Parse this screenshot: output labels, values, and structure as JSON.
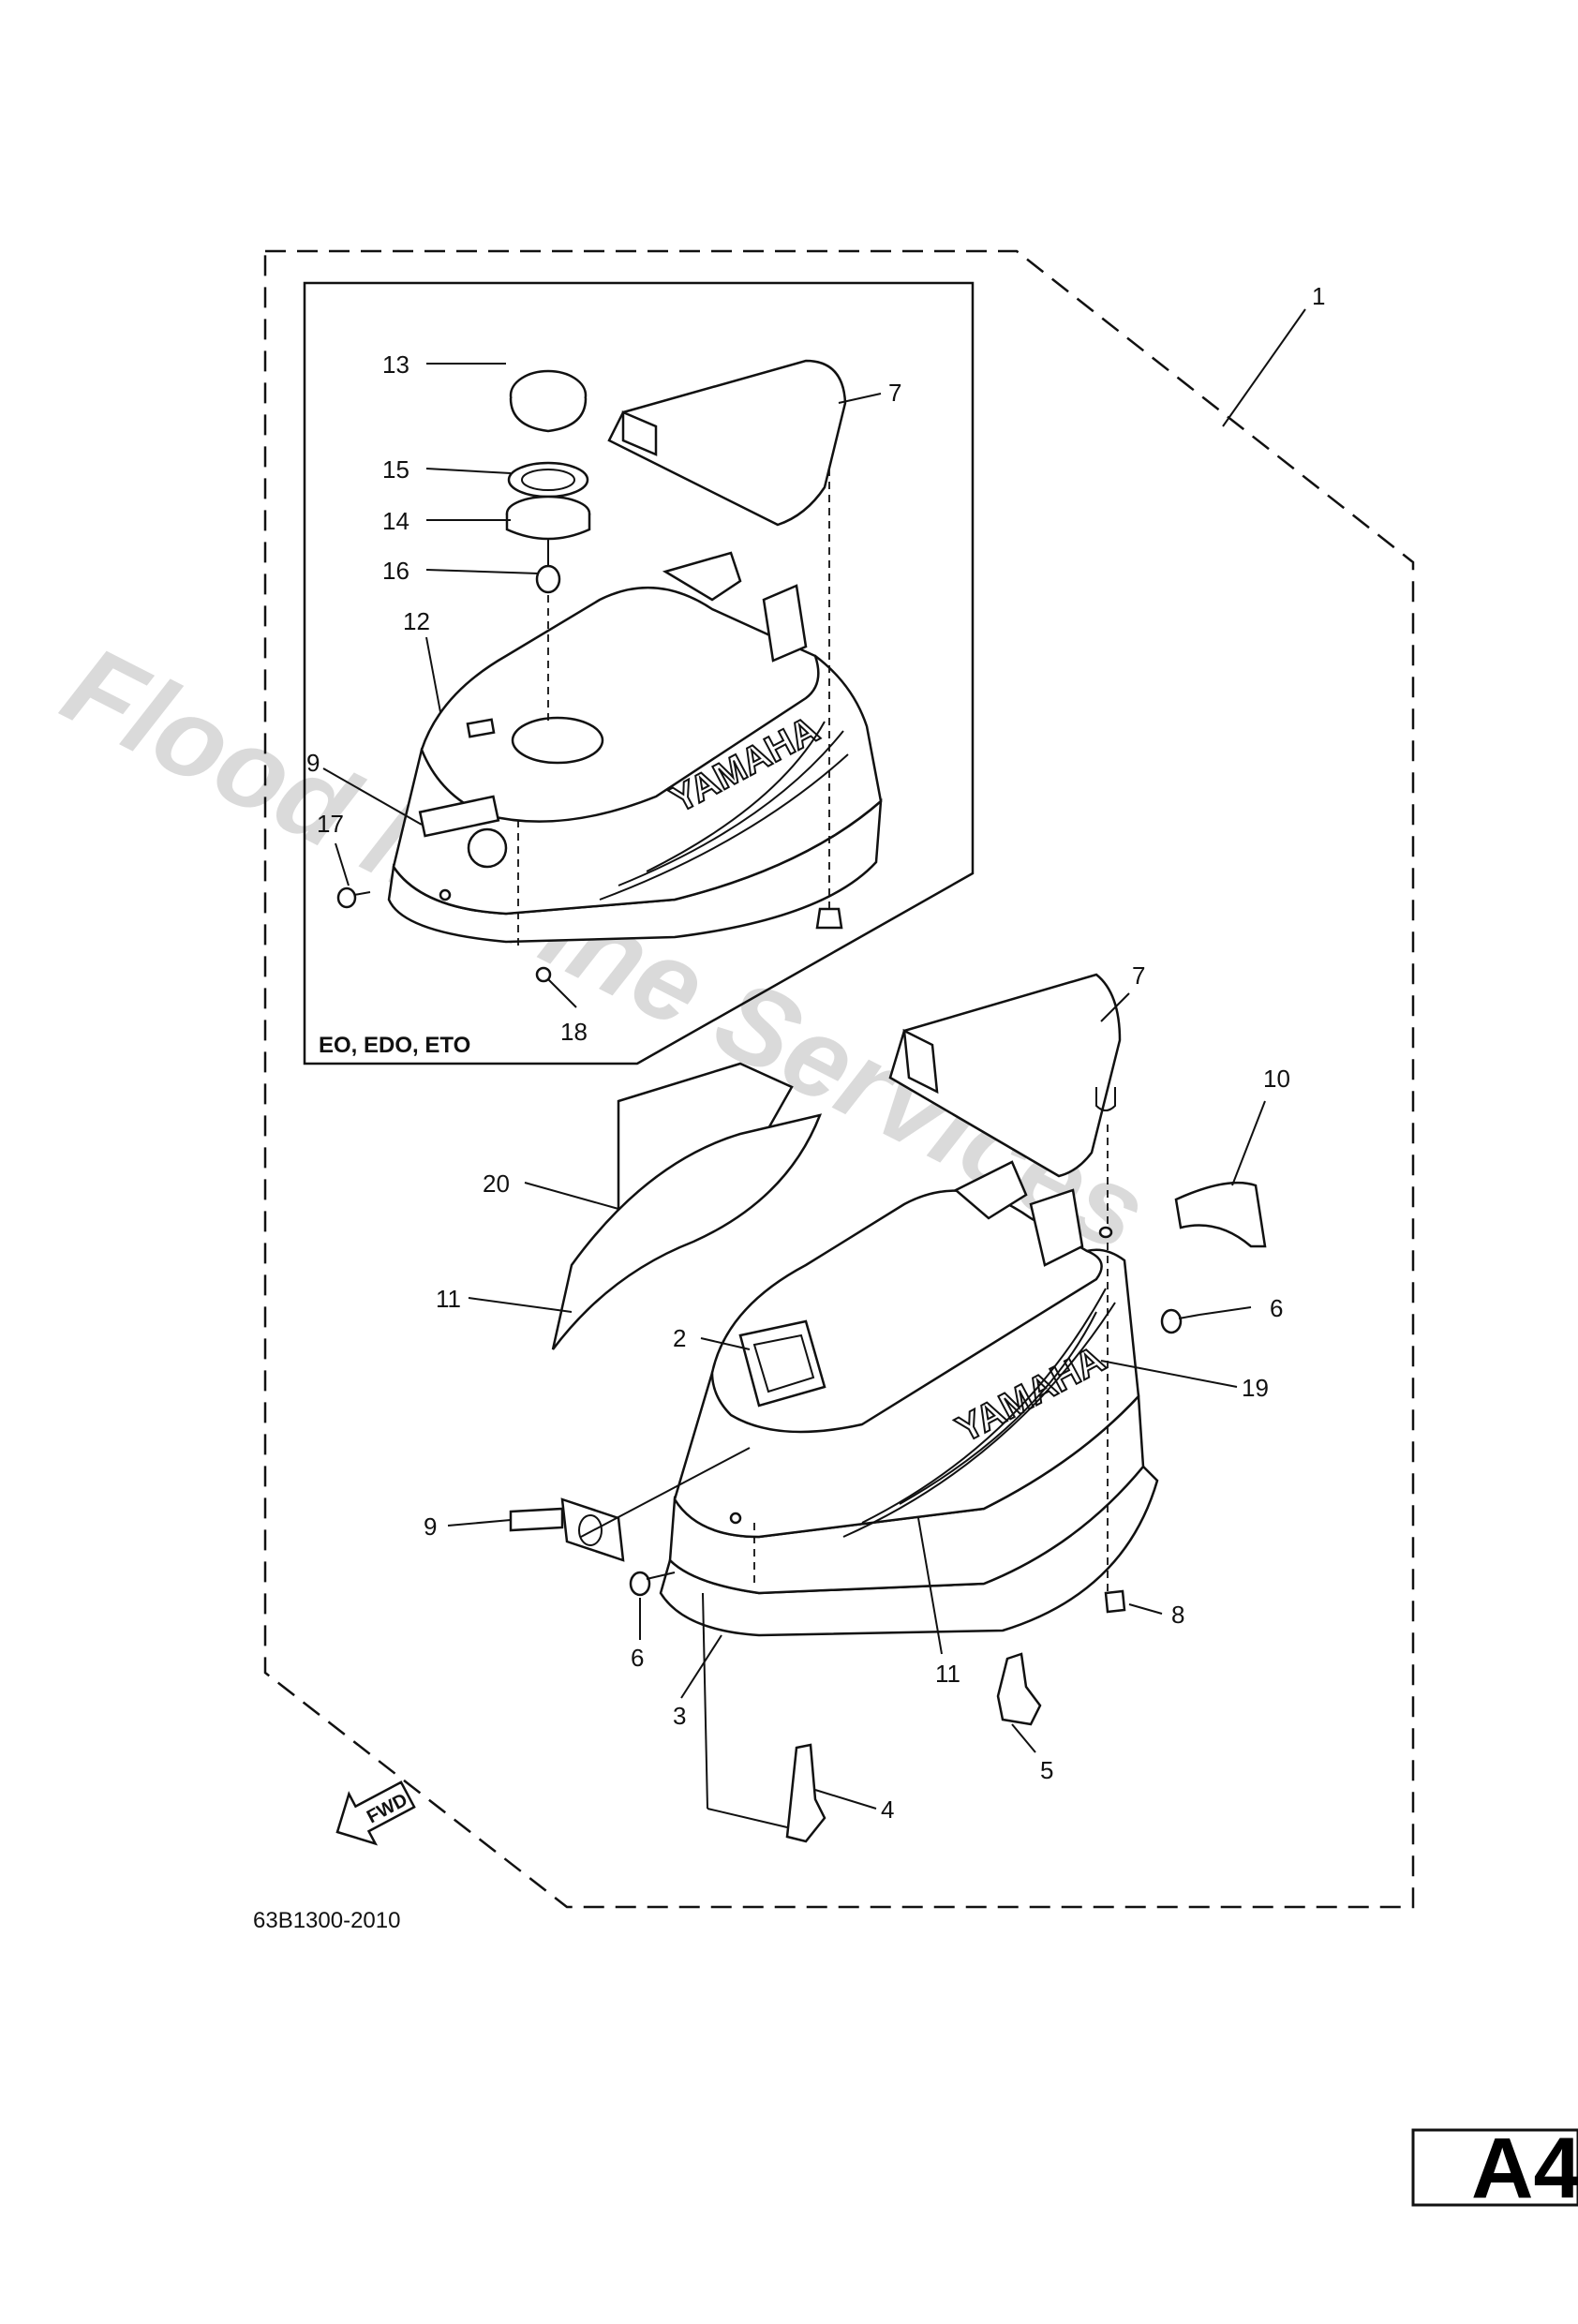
{
  "inset_variants": "EO, EDO, ETO",
  "drawing_number": "63B1300-2010",
  "fwd_label": "FWD",
  "brand_text": "YAMAHA",
  "watermark_text": "Flood Marine Services",
  "page_marker": "A4",
  "callouts": {
    "c1": "1",
    "c2": "2",
    "c3": "3",
    "c4": "4",
    "c5": "5",
    "c6a": "6",
    "c6b": "6",
    "c7a": "7",
    "c7b": "7",
    "c8": "8",
    "c9a": "9",
    "c9b": "9",
    "c10": "10",
    "c11a": "11",
    "c11b": "11",
    "c12": "12",
    "c13": "13",
    "c14": "14",
    "c15": "15",
    "c16": "16",
    "c17": "17",
    "c18": "18",
    "c19": "19",
    "c20": "20"
  }
}
